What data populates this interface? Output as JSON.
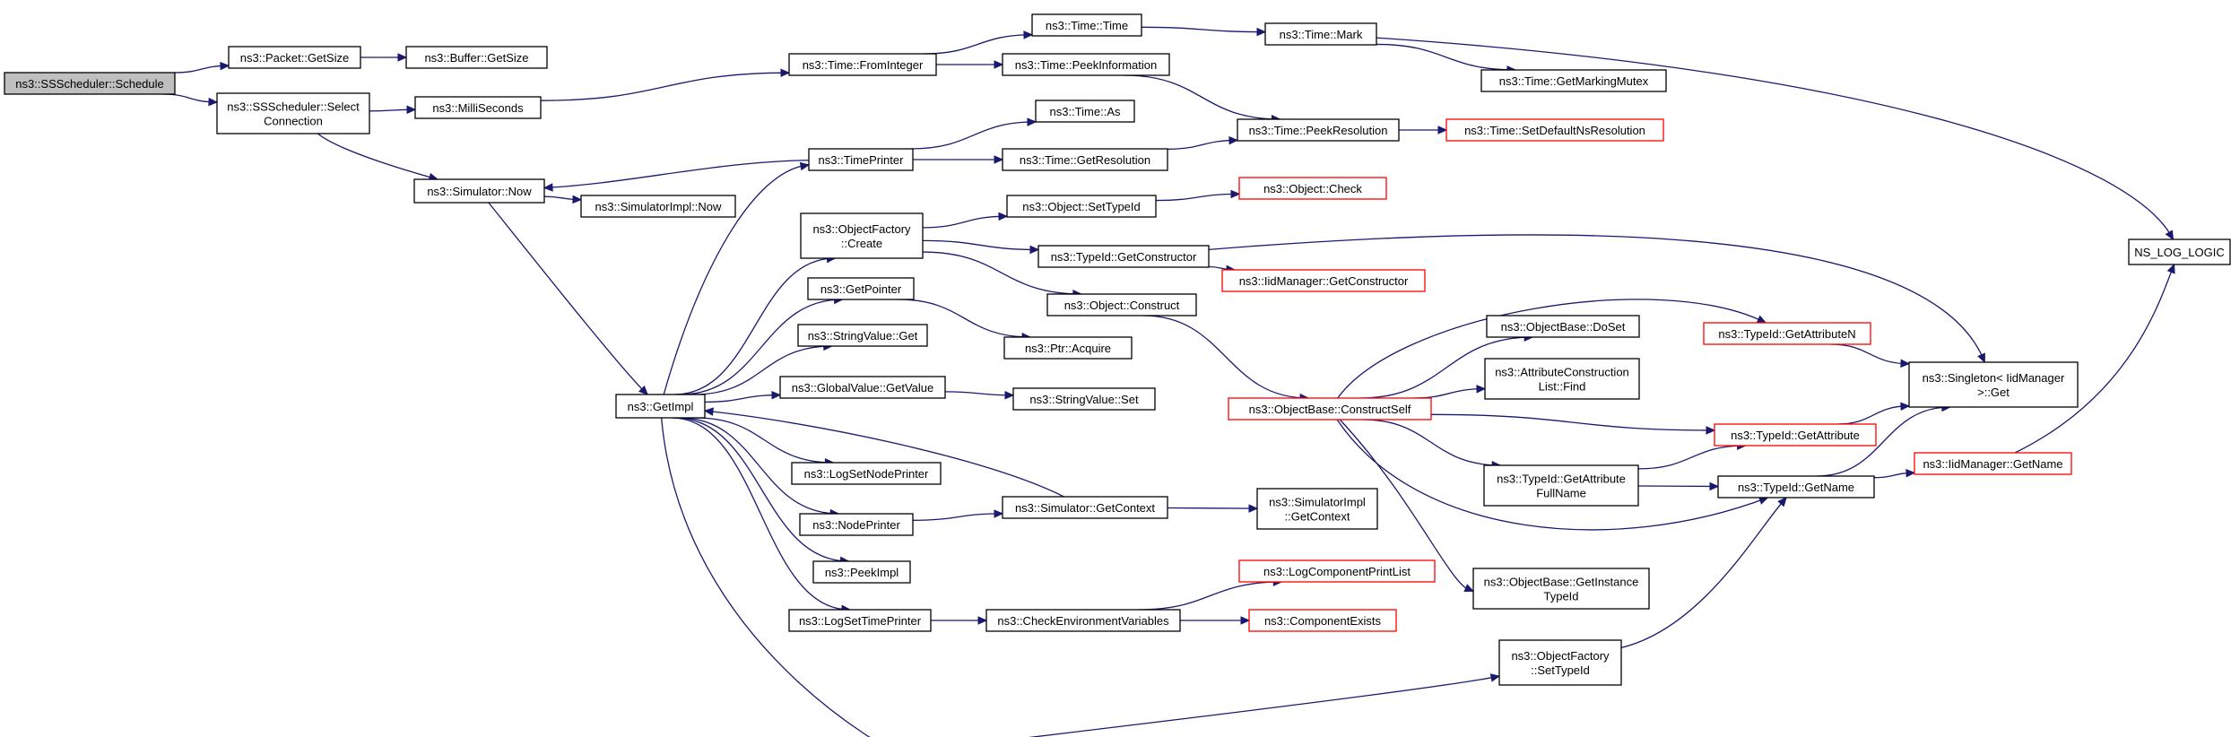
{
  "nodes": {
    "schedule": {
      "lines": [
        "ns3::SSScheduler::Schedule"
      ],
      "root": true
    },
    "packet_getsize": {
      "lines": [
        "ns3::Packet::GetSize"
      ]
    },
    "buffer_getsize": {
      "lines": [
        "ns3::Buffer::GetSize"
      ]
    },
    "select_connection": {
      "lines": [
        "ns3::SSScheduler::Select",
        "Connection"
      ]
    },
    "milliseconds": {
      "lines": [
        "ns3::MilliSeconds"
      ]
    },
    "simulator_now": {
      "lines": [
        "ns3::Simulator::Now"
      ]
    },
    "simulatorimpl_now": {
      "lines": [
        "ns3::SimulatorImpl::Now"
      ]
    },
    "getimpl": {
      "lines": [
        "ns3::GetImpl"
      ]
    },
    "time_frominteger": {
      "lines": [
        "ns3::Time::FromInteger"
      ]
    },
    "time_time": {
      "lines": [
        "ns3::Time::Time"
      ]
    },
    "time_mark": {
      "lines": [
        "ns3::Time::Mark"
      ]
    },
    "time_getmarkingmutex": {
      "lines": [
        "ns3::Time::GetMarkingMutex"
      ]
    },
    "time_peekinformation": {
      "lines": [
        "ns3::Time::PeekInformation"
      ]
    },
    "time_peekresolution": {
      "lines": [
        "ns3::Time::PeekResolution"
      ]
    },
    "time_setdefaultnsresolution": {
      "lines": [
        "ns3::Time::SetDefaultNsResolution"
      ],
      "red": true
    },
    "time_as": {
      "lines": [
        "ns3::Time::As"
      ]
    },
    "timeprinter": {
      "lines": [
        "ns3::TimePrinter"
      ]
    },
    "time_getresolution": {
      "lines": [
        "ns3::Time::GetResolution"
      ]
    },
    "ns_log_logic": {
      "lines": [
        "NS_LOG_LOGIC"
      ]
    },
    "objectfactory_create": {
      "lines": [
        "ns3::ObjectFactory",
        "::Create"
      ]
    },
    "object_settypeid": {
      "lines": [
        "ns3::Object::SetTypeId"
      ]
    },
    "object_check": {
      "lines": [
        "ns3::Object::Check"
      ],
      "red": true
    },
    "typeid_getconstructor": {
      "lines": [
        "ns3::TypeId::GetConstructor"
      ]
    },
    "iidmanager_getconstructor": {
      "lines": [
        "ns3::IidManager::GetConstructor"
      ],
      "red": true
    },
    "object_construct": {
      "lines": [
        "ns3::Object::Construct"
      ]
    },
    "getpointer": {
      "lines": [
        "ns3::GetPointer"
      ]
    },
    "ptr_acquire": {
      "lines": [
        "ns3::Ptr::Acquire"
      ]
    },
    "stringvalue_get": {
      "lines": [
        "ns3::StringValue::Get"
      ]
    },
    "globalvalue_getvalue": {
      "lines": [
        "ns3::GlobalValue::GetValue"
      ]
    },
    "stringvalue_set": {
      "lines": [
        "ns3::StringValue::Set"
      ]
    },
    "objectbase_constructself": {
      "lines": [
        "ns3::ObjectBase::ConstructSelf"
      ],
      "red": true
    },
    "objectbase_doset": {
      "lines": [
        "ns3::ObjectBase::DoSet"
      ]
    },
    "attributeconstructionlist_find": {
      "lines": [
        "ns3::AttributeConstruction",
        "List::Find"
      ]
    },
    "typeid_getattributen": {
      "lines": [
        "ns3::TypeId::GetAttributeN"
      ],
      "red": true
    },
    "typeid_getattribute": {
      "lines": [
        "ns3::TypeId::GetAttribute"
      ],
      "red": true
    },
    "singleton_get": {
      "lines": [
        "ns3::Singleton< IidManager",
        " >::Get"
      ]
    },
    "typeid_getattributefullname": {
      "lines": [
        "ns3::TypeId::GetAttribute",
        "FullName"
      ]
    },
    "typeid_getname": {
      "lines": [
        "ns3::TypeId::GetName"
      ]
    },
    "iidmanager_getname": {
      "lines": [
        "ns3::IidManager::GetName"
      ],
      "red": true
    },
    "logsetnodeprinter": {
      "lines": [
        "ns3::LogSetNodePrinter"
      ]
    },
    "nodeprinter": {
      "lines": [
        "ns3::NodePrinter"
      ]
    },
    "simulator_getcontext": {
      "lines": [
        "ns3::Simulator::GetContext"
      ]
    },
    "simulatorimpl_getcontext": {
      "lines": [
        "ns3::SimulatorImpl",
        "::GetContext"
      ]
    },
    "peekimpl": {
      "lines": [
        "ns3::PeekImpl"
      ]
    },
    "objectbase_getinstancetypeid": {
      "lines": [
        "ns3::ObjectBase::GetInstance",
        "TypeId"
      ]
    },
    "logcomponentprintlist": {
      "lines": [
        "ns3::LogComponentPrintList"
      ],
      "red": true
    },
    "logsettimeprinter": {
      "lines": [
        "ns3::LogSetTimePrinter"
      ]
    },
    "checkenvironmentvariables": {
      "lines": [
        "ns3::CheckEnvironmentVariables"
      ]
    },
    "componentexists": {
      "lines": [
        "ns3::ComponentExists"
      ],
      "red": true
    },
    "objectfactory_settypeid": {
      "lines": [
        "ns3::ObjectFactory",
        "::SetTypeId"
      ]
    }
  },
  "edges": [
    [
      "schedule",
      "packet_getsize"
    ],
    [
      "schedule",
      "select_connection"
    ],
    [
      "packet_getsize",
      "buffer_getsize"
    ],
    [
      "select_connection",
      "milliseconds"
    ],
    [
      "select_connection",
      "simulator_now"
    ],
    [
      "milliseconds",
      "time_frominteger"
    ],
    [
      "time_frominteger",
      "time_time"
    ],
    [
      "time_frominteger",
      "time_peekinformation"
    ],
    [
      "time_time",
      "time_mark"
    ],
    [
      "time_mark",
      "time_getmarkingmutex"
    ],
    [
      "time_mark",
      "ns_log_logic"
    ],
    [
      "time_peekinformation",
      "time_peekresolution"
    ],
    [
      "time_peekresolution",
      "time_setdefaultnsresolution"
    ],
    [
      "timeprinter",
      "simulator_now"
    ],
    [
      "timeprinter",
      "time_as"
    ],
    [
      "timeprinter",
      "time_getresolution"
    ],
    [
      "time_getresolution",
      "time_peekresolution"
    ],
    [
      "simulator_now",
      "simulatorimpl_now"
    ],
    [
      "simulator_now",
      "getimpl"
    ],
    [
      "getimpl",
      "timeprinter"
    ],
    [
      "getimpl",
      "objectfactory_create"
    ],
    [
      "getimpl",
      "getpointer"
    ],
    [
      "getimpl",
      "stringvalue_get"
    ],
    [
      "getimpl",
      "globalvalue_getvalue"
    ],
    [
      "getimpl",
      "logsetnodeprinter"
    ],
    [
      "getimpl",
      "nodeprinter"
    ],
    [
      "getimpl",
      "peekimpl"
    ],
    [
      "getimpl",
      "logsettimeprinter"
    ],
    [
      "getimpl",
      "objectfactory_settypeid"
    ],
    [
      "objectfactory_create",
      "object_settypeid"
    ],
    [
      "objectfactory_create",
      "typeid_getconstructor"
    ],
    [
      "objectfactory_create",
      "object_construct"
    ],
    [
      "object_settypeid",
      "object_check"
    ],
    [
      "typeid_getconstructor",
      "iidmanager_getconstructor"
    ],
    [
      "typeid_getconstructor",
      "singleton_get"
    ],
    [
      "object_construct",
      "objectbase_constructself"
    ],
    [
      "getpointer",
      "ptr_acquire"
    ],
    [
      "globalvalue_getvalue",
      "stringvalue_set"
    ],
    [
      "objectbase_constructself",
      "objectbase_doset"
    ],
    [
      "objectbase_constructself",
      "attributeconstructionlist_find"
    ],
    [
      "objectbase_constructself",
      "typeid_getattributen"
    ],
    [
      "objectbase_constructself",
      "typeid_getattribute"
    ],
    [
      "objectbase_constructself",
      "typeid_getattributefullname"
    ],
    [
      "objectbase_constructself",
      "typeid_getname"
    ],
    [
      "objectbase_constructself",
      "objectbase_getinstancetypeid"
    ],
    [
      "typeid_getattributen",
      "singleton_get"
    ],
    [
      "typeid_getattribute",
      "singleton_get"
    ],
    [
      "typeid_getattributefullname",
      "typeid_getattribute"
    ],
    [
      "typeid_getattributefullname",
      "typeid_getname"
    ],
    [
      "typeid_getname",
      "singleton_get"
    ],
    [
      "typeid_getname",
      "iidmanager_getname"
    ],
    [
      "iidmanager_getname",
      "ns_log_logic"
    ],
    [
      "nodeprinter",
      "simulator_getcontext"
    ],
    [
      "simulator_getcontext",
      "getimpl"
    ],
    [
      "simulator_getcontext",
      "simulatorimpl_getcontext"
    ],
    [
      "logsettimeprinter",
      "checkenvironmentvariables"
    ],
    [
      "checkenvironmentvariables",
      "logcomponentprintlist"
    ],
    [
      "checkenvironmentvariables",
      "componentexists"
    ],
    [
      "objectfactory_settypeid",
      "typeid_getname"
    ]
  ]
}
